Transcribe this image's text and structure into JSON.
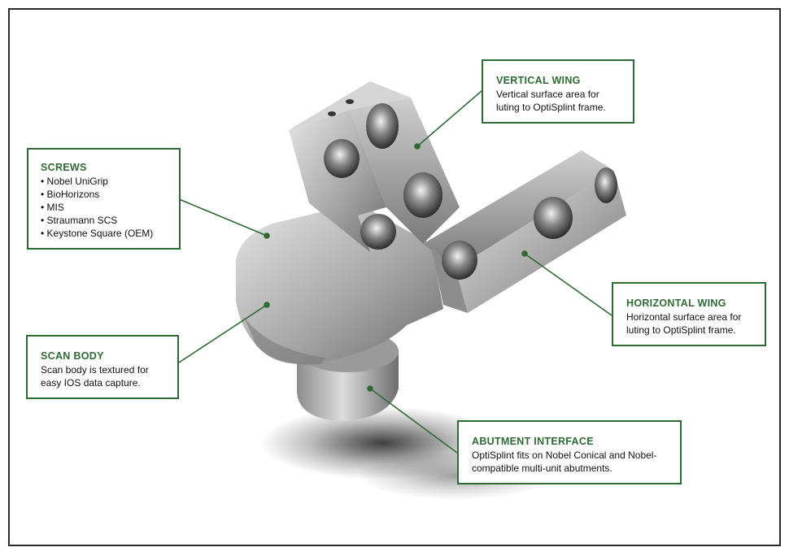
{
  "colors": {
    "accent": "#2e6b34",
    "frame": "#2b2b2b",
    "metal_light": "#d9d9d9",
    "metal_dark": "#6b6b6b"
  },
  "image": {
    "subject": "machined metal implant component"
  },
  "callouts": {
    "vertical_wing": {
      "title": "VERTICAL WING",
      "body": "Vertical surface area for luting to OptiSplint frame."
    },
    "screws": {
      "title": "SCREWS",
      "items": [
        "Nobel UniGrip",
        "BioHorizons",
        "MIS",
        "Straumann SCS",
        "Keystone Square (OEM)"
      ]
    },
    "horizontal_wing": {
      "title": "HORIZONTAL WING",
      "body": "Horizontal surface area for luting to OptiSplint frame."
    },
    "scan_body": {
      "title": "SCAN BODY",
      "body": "Scan body is textured for easy IOS data capture."
    },
    "abutment_interface": {
      "title": "ABUTMENT INTERFACE",
      "body": "OptiSplint fits on Nobel Conical and Nobel-compatible multi-unit abutments."
    }
  }
}
